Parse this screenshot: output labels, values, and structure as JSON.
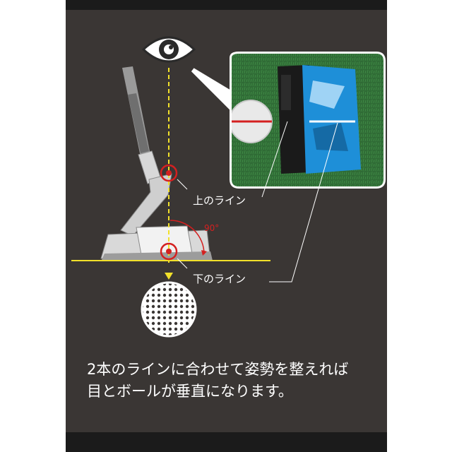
{
  "labels": {
    "upper_line": "上のライン",
    "lower_line": "下のライン",
    "angle": "90°"
  },
  "caption": {
    "line1": "2本のラインに合わせて姿勢を整えれば",
    "line2": "目とボールが垂直になります。"
  },
  "colors": {
    "panel": "#3a3634",
    "guide": "#f2e12a",
    "marker": "#d42020",
    "putter_blue": "#1e8fd8",
    "grass": "#2f6b35"
  },
  "icons": [
    "eye-icon",
    "golf-ball-icon",
    "putter-icon",
    "crosshair-icon"
  ]
}
